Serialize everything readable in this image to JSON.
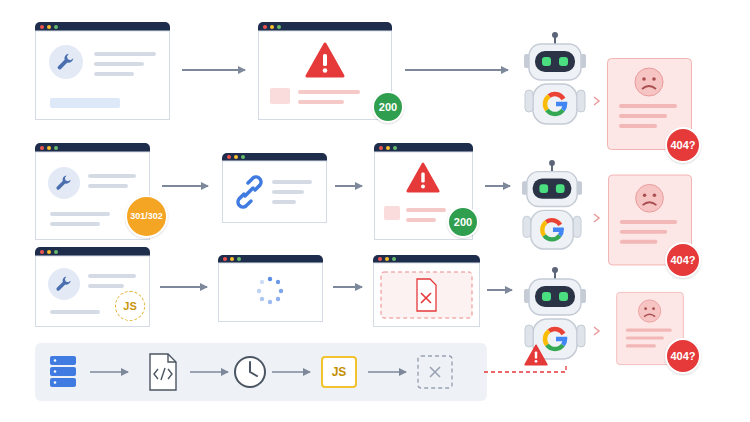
{
  "diagram": {
    "nodes": [
      {
        "text": [
          "200"
        ]
      },
      {
        "text": [
          "404?"
        ]
      },
      {
        "text": [
          "301/302"
        ]
      },
      {
        "text": [
          "200"
        ]
      },
      {
        "text": [
          "404?"
        ]
      },
      {
        "text": [
          "JS"
        ]
      },
      {
        "text": [
          "404?"
        ]
      },
      {
        "text": [
          "JS"
        ]
      }
    ]
  }
}
